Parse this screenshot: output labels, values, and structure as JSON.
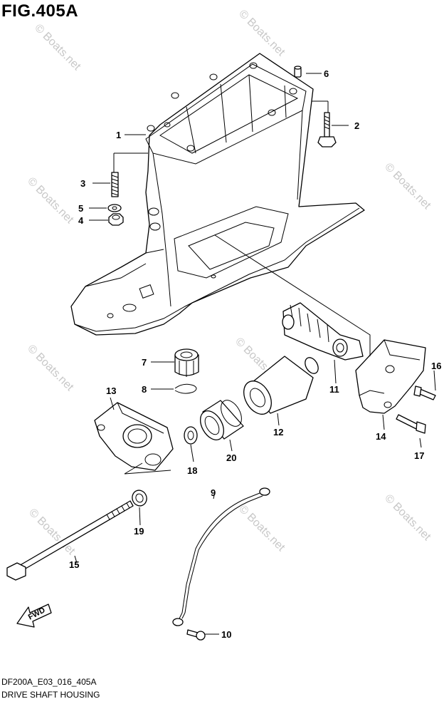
{
  "figure": {
    "title": "FIG.405A"
  },
  "footer": {
    "code": "DF200A_E03_016_405A",
    "name": "DRIVE SHAFT HOUSING"
  },
  "watermark": {
    "text": "© Boats.net"
  },
  "direction_label": "FWD",
  "callouts": {
    "p1": "1",
    "p2": "2",
    "p3": "3",
    "p4": "4",
    "p5": "5",
    "p6": "6",
    "p7": "7",
    "p8": "8",
    "p9": "9",
    "p10": "10",
    "p11": "11",
    "p12": "12",
    "p13": "13",
    "p14": "14",
    "p15": "15",
    "p16": "16",
    "p17": "17",
    "p18": "18",
    "p19": "19",
    "p20": "20"
  },
  "colors": {
    "line": "#000000",
    "background": "#ffffff",
    "watermark": "#c8c8c8"
  }
}
